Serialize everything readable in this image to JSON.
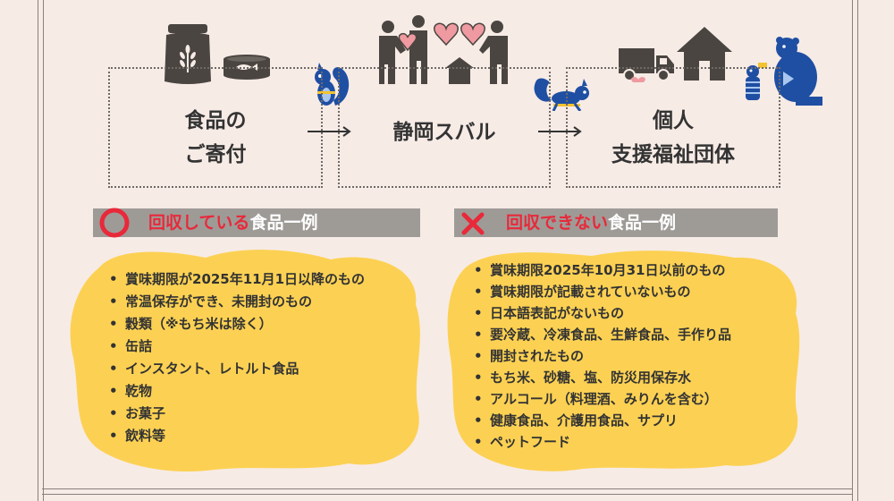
{
  "flow": {
    "box1": {
      "line1": "食品の",
      "line2": "ご寄付"
    },
    "box2": {
      "label": "静岡スバル"
    },
    "box3": {
      "line1": "個人",
      "line2": "支援福祉団体"
    },
    "arrow": "→"
  },
  "accepted": {
    "header_red": "回収している",
    "header_white": "食品一例",
    "marker_icon": "red-circle-icon",
    "items": [
      "賞味期限が2025年11月1日以降のもの",
      "常温保存ができ、未開封のもの",
      "穀類（※もち米は除く）",
      "缶詰",
      "インスタント、レトルト食品",
      "乾物",
      "お菓子",
      "飲料等"
    ]
  },
  "rejected": {
    "header_red": "回収できない",
    "header_white": "食品一例",
    "marker_icon": "red-cross-icon",
    "items": [
      "賞味期限2025年10月31日以前のもの",
      "賞味期限が記載されていないもの",
      "日本語表記がないもの",
      "要冷蔵、冷凍食品、生鮮食品、手作り品",
      "開封されたもの",
      "もち米、砂糖、塩、防災用保存水",
      "アルコール（料理酒、みりんを含む）",
      "健康食品、介護用食品、サプリ",
      "ペットフード"
    ]
  },
  "colors": {
    "background": "#f7ebe6",
    "header_bar": "#9e9b97",
    "accent_red": "#e8293a",
    "blob_yellow": "#fcd153",
    "icon_dark": "#4a4540",
    "mascot_blue": "#1f4fa3"
  }
}
